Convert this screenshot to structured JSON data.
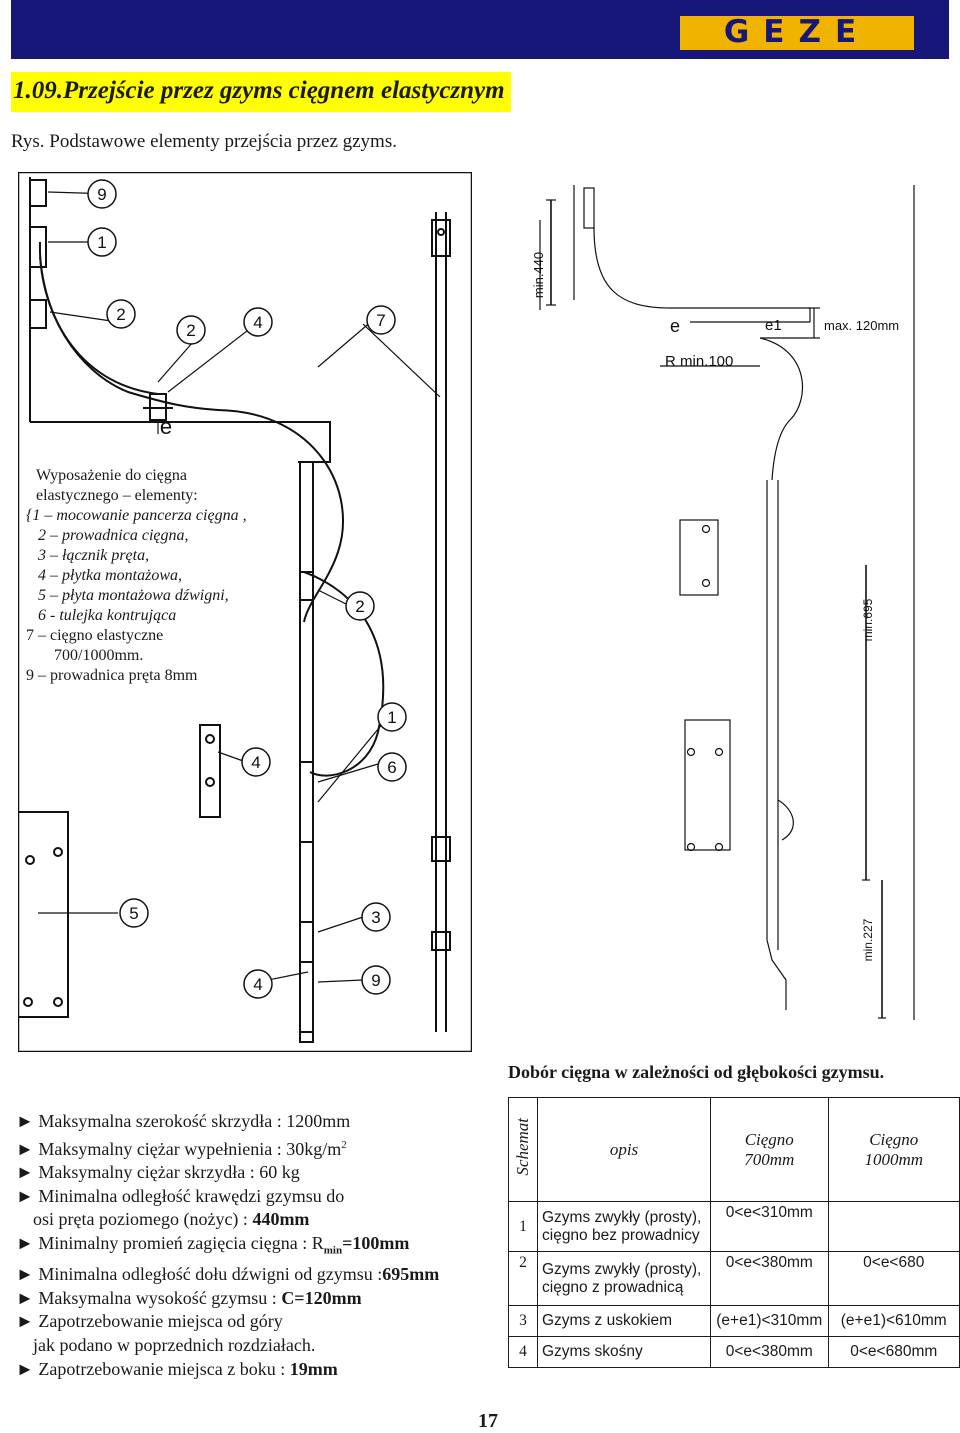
{
  "header": {
    "logo_text": "GEZE",
    "brand_color": "#17177a",
    "logo_color": "#f0b400"
  },
  "title": "1.09.Przejście przez gzyms cięgnem elastycznym",
  "caption": "Rys. Podstawowe elementy przejścia przez gzyms.",
  "drawing_left": {
    "dimension_label": "e",
    "callouts": [
      "9",
      "1",
      "2",
      "2",
      "4",
      "7",
      "2",
      "1",
      "4",
      "6",
      "5",
      "3",
      "4",
      "9"
    ]
  },
  "legend": {
    "heading_1": "Wyposażenie do cięgna",
    "heading_2a": "elastycznego",
    "heading_2b": "– elementy:",
    "items": [
      "{1 – mocowanie pancerza cięgna ,",
      "2 – prowadnica cięgna,",
      "3 – łącznik pręta,",
      "4 – płytka montażowa,",
      "5 – płyta montażowa dźwigni,",
      "6 -  tulejka kontrująca"
    ],
    "item_7": "7 – cięgno elastyczne",
    "item_7b": "700/1000mm.",
    "item_9": "9 – prowadnica pręta 8mm"
  },
  "drawing_right": {
    "min_440": "min.440",
    "e": "e",
    "e1": "e1",
    "max_120": "max. 120mm",
    "r_min": "R  min.100",
    "min_695": "min.695",
    "min_227": "min.227"
  },
  "table_caption": "Dobór cięgna w zależności od głębokości gzymsu.",
  "bullets": {
    "b1": "Maksymalna szerokość skrzydła : 1200mm",
    "b2_pre": "Maksymalny ciężar wypełnienia : 30kg/m",
    "b2_sup": "2",
    "b3": "Maksymalny ciężar skrzydła : 60 kg",
    "b4a": "Minimalna odległość krawędzi gzymsu do",
    "b4b_pre": "osi pręta poziomego (nożyc) : ",
    "b4b_val": "440mm",
    "b5_pre": "Minimalny promień zagięcia cięgna : R",
    "b5_sub": "min",
    "b5_val": "=100mm",
    "b6_pre": "Minimalna odległość dołu dźwigni od gzymsu :",
    "b6_val": "695mm",
    "b7_pre": "Maksymalna wysokość gzymsu : ",
    "b7_val": "C=120mm",
    "b8a": "Zapotrzebowanie miejsca od góry",
    "b8b": "jak podano w poprzednich rozdziałach.",
    "b9_pre": "Zapotrzebowanie miejsca z boku : ",
    "b9_val": "19mm"
  },
  "table": {
    "headers": {
      "schemat": "Schemat",
      "opis": "opis",
      "c700_a": "Cięgno",
      "c700_b": "700mm",
      "c1000_a": "Cięgno",
      "c1000_b": "1000mm"
    },
    "rows": [
      {
        "n": "1",
        "opis_a": "Gzyms zwykły (prosty),",
        "opis_b": "cięgno bez prowadnicy",
        "c700": "0<e<310mm",
        "c1000": ""
      },
      {
        "n": "2",
        "opis_a": "Gzyms zwykły (prosty),",
        "opis_b": "cięgno z prowadnicą",
        "c700": "0<e<380mm",
        "c1000": "0<e<680"
      },
      {
        "n": "3",
        "opis_a": "Gzyms z uskokiem",
        "opis_b": "",
        "c700": "(e+e1)<310mm",
        "c1000": "(e+e1)<610mm"
      },
      {
        "n": "4",
        "opis_a": "Gzyms skośny",
        "opis_b": "",
        "c700": "0<e<380mm",
        "c1000": "0<e<680mm"
      }
    ]
  },
  "page_number": "17"
}
